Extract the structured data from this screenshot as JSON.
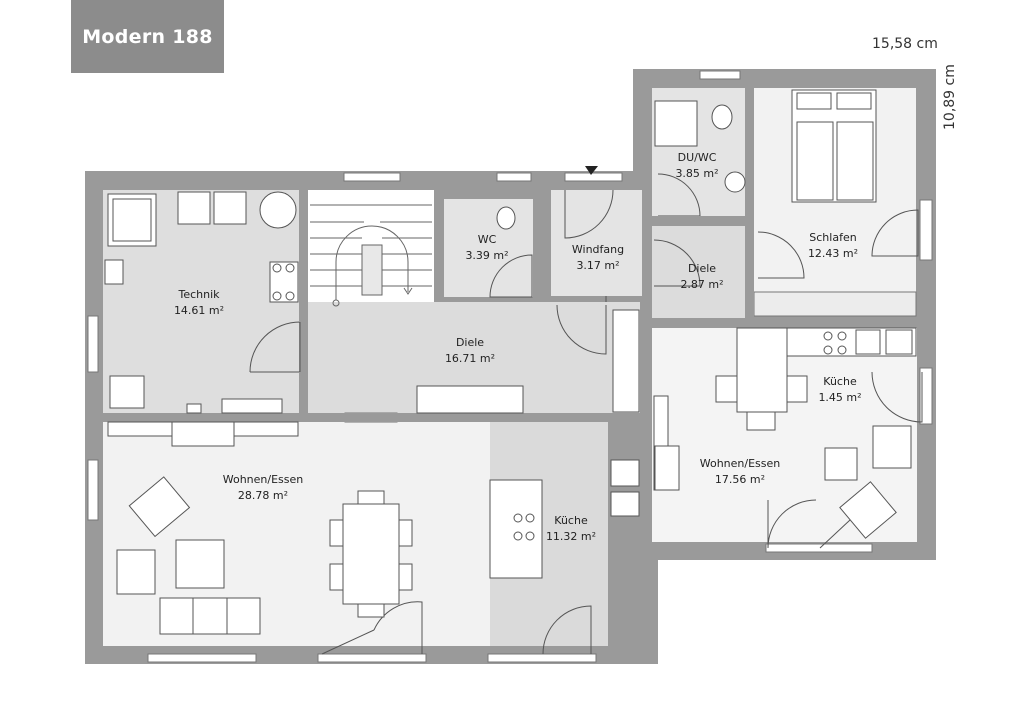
{
  "header": {
    "title": "Modern 188",
    "width_dimension": "15,58 cm",
    "height_dimension": "10,89 cm"
  },
  "colors": {
    "wall": "#9a9a9a",
    "floor_light": "#ececec",
    "floor_mid": "#dadada",
    "floor_white": "#f6f6f6",
    "title_bg": "#8c8c8c"
  },
  "rooms": [
    {
      "id": "technik",
      "name": "Technik",
      "area": "14.61 m²"
    },
    {
      "id": "wc",
      "name": "WC",
      "area": "3.39 m²"
    },
    {
      "id": "windfang",
      "name": "Windfang",
      "area": "3.17 m²"
    },
    {
      "id": "du-wc",
      "name": "DU/WC",
      "area": "3.85 m²"
    },
    {
      "id": "schlafen",
      "name": "Schlafen",
      "area": "12.43 m²"
    },
    {
      "id": "diele-small",
      "name": "Diele",
      "area": "2.87 m²"
    },
    {
      "id": "diele-main",
      "name": "Diele",
      "area": "16.71 m²"
    },
    {
      "id": "kueche-right",
      "name": "Küche",
      "area": "1.45 m²"
    },
    {
      "id": "wohnen-right",
      "name": "Wohnen/Essen",
      "area": "17.56 m²"
    },
    {
      "id": "wohnen-left",
      "name": "Wohnen/Essen",
      "area": "28.78 m²"
    },
    {
      "id": "kueche-left",
      "name": "Küche",
      "area": "11.32 m²"
    }
  ]
}
